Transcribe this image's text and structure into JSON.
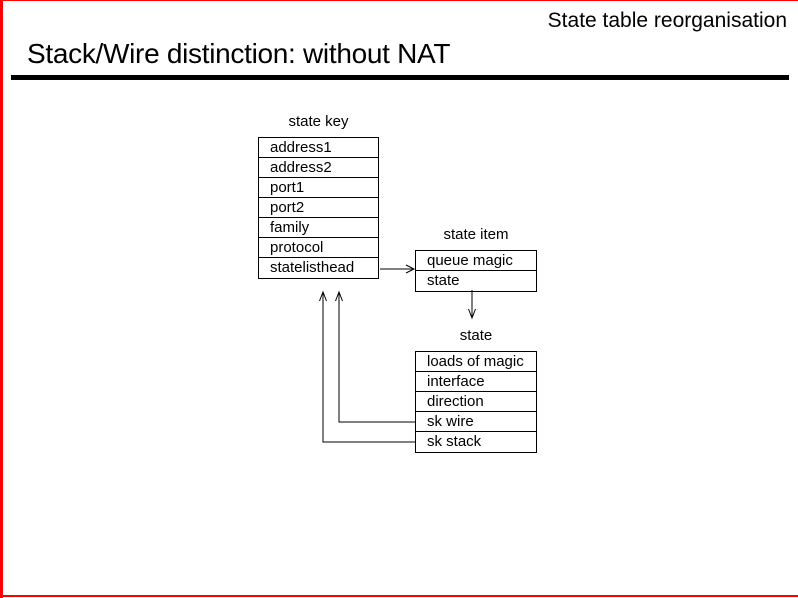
{
  "slide": {
    "corner_label": "State table reorganisation",
    "title": "Stack/Wire distinction: without NAT"
  },
  "diagram": {
    "tables": [
      {
        "id": "state-key",
        "label": "state key",
        "rows": [
          "address1",
          "address2",
          "port1",
          "port2",
          "family",
          "protocol",
          "statelisthead"
        ]
      },
      {
        "id": "state-item",
        "label": "state item",
        "rows": [
          "queue magic",
          "state"
        ]
      },
      {
        "id": "state",
        "label": "state",
        "rows": [
          "loads of magic",
          "interface",
          "direction",
          "sk wire",
          "sk stack"
        ]
      }
    ],
    "connections": [
      {
        "from": "state-key.statelisthead",
        "to": "state-item",
        "direction": "right"
      },
      {
        "from": "state-item.state",
        "to": "state",
        "direction": "down"
      },
      {
        "from": "state.sk wire",
        "to": "state-key",
        "direction": "up"
      },
      {
        "from": "state.sk stack",
        "to": "state-key",
        "direction": "up"
      }
    ]
  },
  "theme": {
    "background": "#ffffff",
    "accent_red": "#ff0000",
    "line_black": "#000000"
  }
}
